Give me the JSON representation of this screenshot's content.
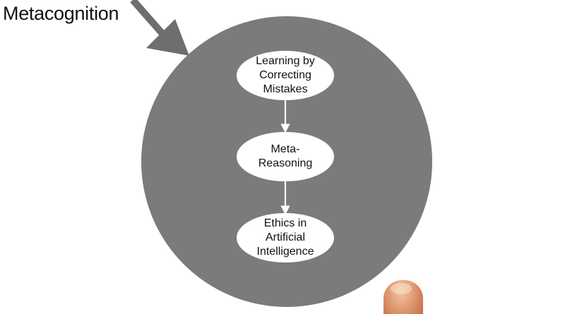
{
  "title": "Metacognition",
  "diagram": {
    "nodes": [
      {
        "id": "n1",
        "label": "Learning by\nCorrecting\nMistakes"
      },
      {
        "id": "n2",
        "label": "Meta-\nReasoning"
      },
      {
        "id": "n3",
        "label": "Ethics in\nArtificial\nIntelligence"
      }
    ],
    "edges": [
      {
        "from": "n1",
        "to": "n2"
      },
      {
        "from": "n2",
        "to": "n3"
      }
    ]
  },
  "colors": {
    "circle": "#7c7a7b",
    "node_fill": "#ffffff",
    "arrow": "#ffffff",
    "pointer_arrow": "#6f6d6e",
    "text": "#111111"
  }
}
